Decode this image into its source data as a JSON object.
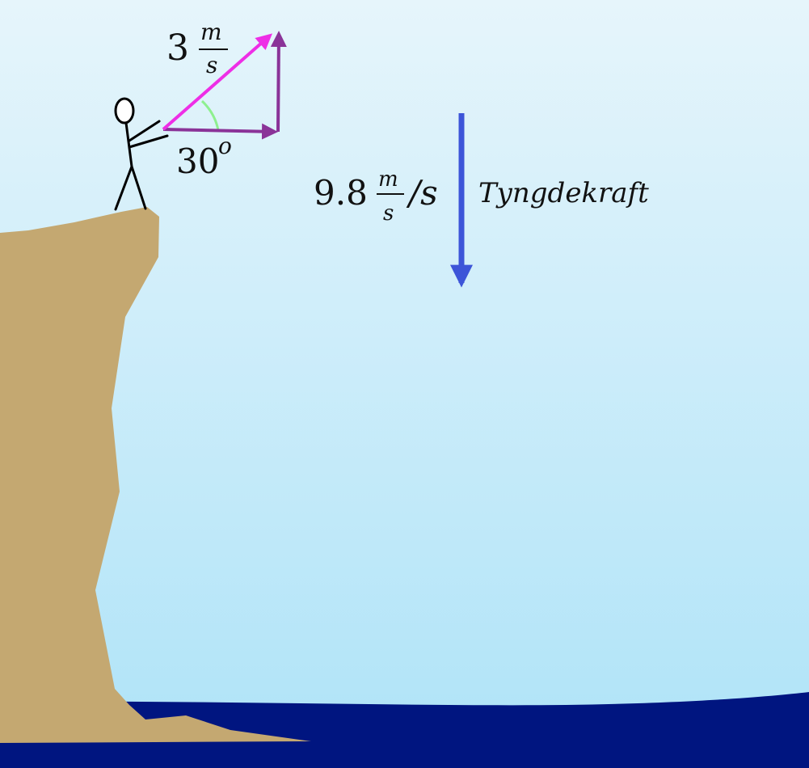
{
  "velocity_label": {
    "magnitude": "3",
    "unit_numerator": "m",
    "unit_denominator": "s"
  },
  "angle_label": {
    "value": "30",
    "superscript": "o"
  },
  "gravity_label": {
    "value": "9.8",
    "unit_numerator": "m",
    "unit_denominator": "s",
    "suffix": "/s",
    "caption": "Tyngdekraft"
  },
  "colors": {
    "sky_top": "#e6f5fb",
    "sky_bottom": "#aee3f8",
    "sea": "#001580",
    "cliff": "#c4a871",
    "velocity_arrow": "#ee2ee6",
    "component_arrows": "#8a3398",
    "angle_arc": "#8ef08f",
    "gravity_arrow": "#3d55d8",
    "stick_figure": "#000000"
  }
}
